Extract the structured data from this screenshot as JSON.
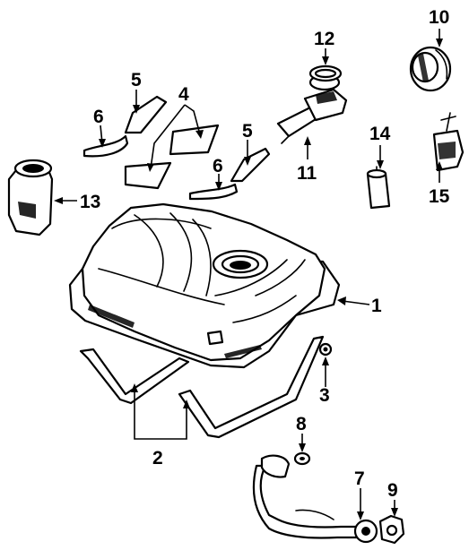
{
  "callouts": [
    {
      "id": "c1",
      "text": "1"
    },
    {
      "id": "c2",
      "text": "2"
    },
    {
      "id": "c3",
      "text": "3"
    },
    {
      "id": "c4",
      "text": "4"
    },
    {
      "id": "c5a",
      "text": "5"
    },
    {
      "id": "c5b",
      "text": "5"
    },
    {
      "id": "c6a",
      "text": "6"
    },
    {
      "id": "c6b",
      "text": "6"
    },
    {
      "id": "c7",
      "text": "7"
    },
    {
      "id": "c8",
      "text": "8"
    },
    {
      "id": "c9",
      "text": "9"
    },
    {
      "id": "c10",
      "text": "10"
    },
    {
      "id": "c11",
      "text": "11"
    },
    {
      "id": "c12",
      "text": "12"
    },
    {
      "id": "c13",
      "text": "13"
    },
    {
      "id": "c14",
      "text": "14"
    },
    {
      "id": "c15",
      "text": "15"
    }
  ]
}
